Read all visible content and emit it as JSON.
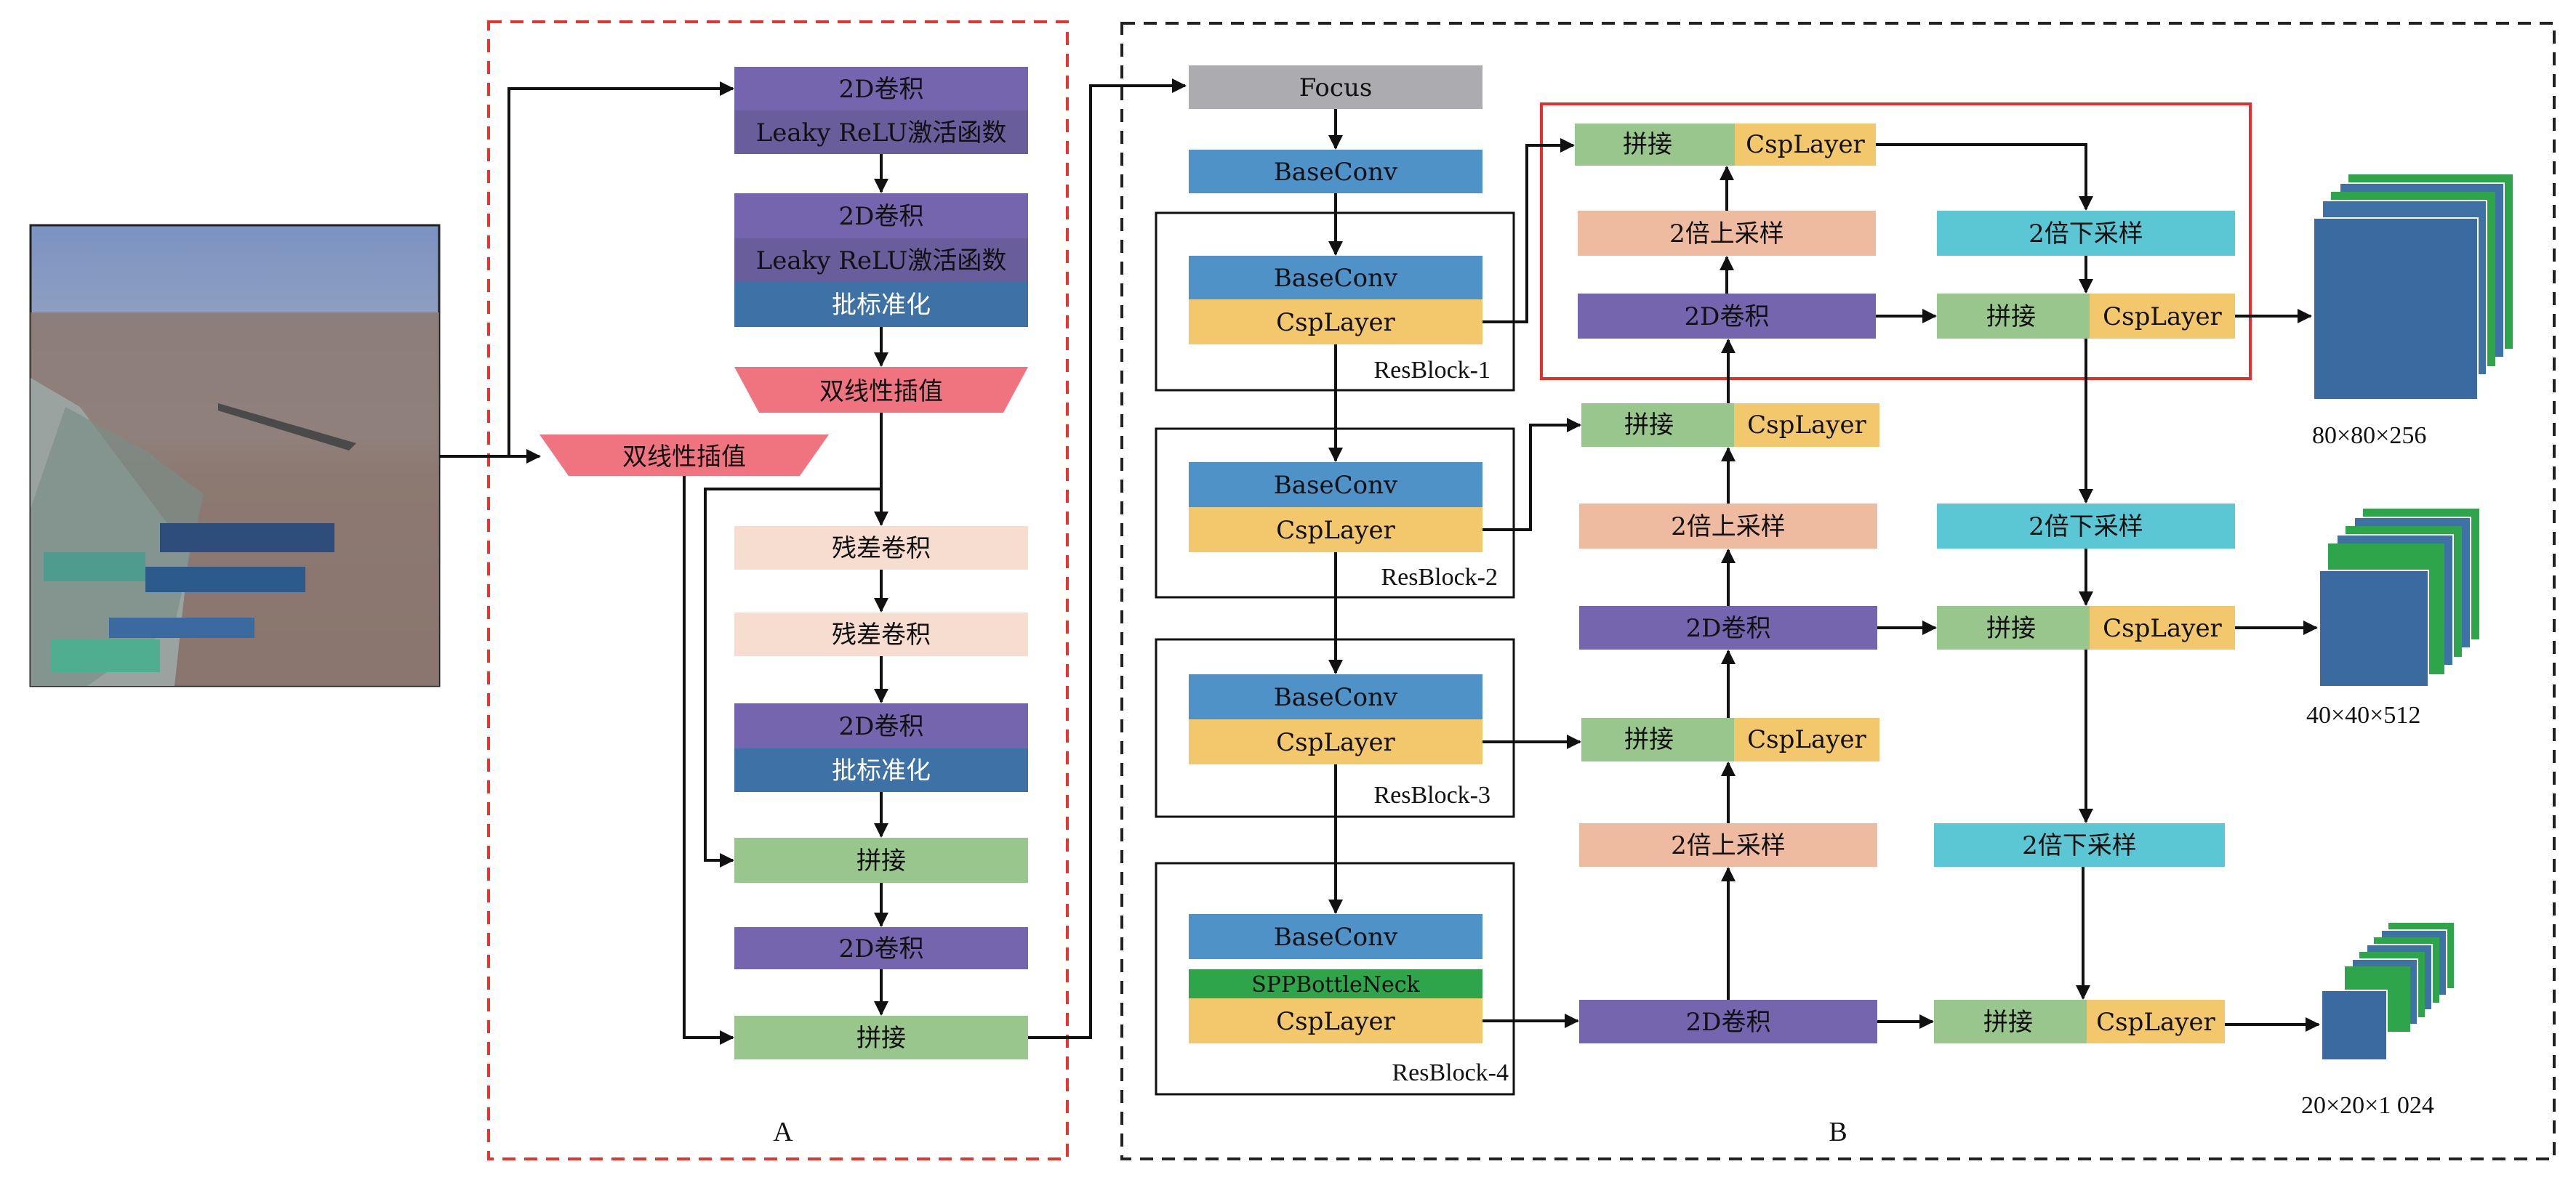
{
  "colors": {
    "conv_purple": "#7465ae",
    "relu_purple": "#6a5d9c",
    "bn_blue": "#3e72a6",
    "baseconv_blue": "#4e92c8",
    "csp_yellow": "#f3c86c",
    "concat_green": "#99c68c",
    "upsample_salmon": "#efbba0",
    "downsample_cyan": "#5bc7d4",
    "residual_peach": "#f7ddd0",
    "interp_red": "#f07480",
    "focus_gray": "#ababb0",
    "spp_green": "#2ea54a",
    "region_a_border": "#e8342f",
    "highlight_border": "#e82d2d"
  },
  "input_image": {
    "label": ""
  },
  "region_a": {
    "caption": "A",
    "conv1": "2D卷积",
    "relu1": "Leaky ReLU激活函数",
    "conv2": "2D卷积",
    "relu2": "Leaky ReLU激活函数",
    "bn1": "批标准化",
    "interp_inner": "双线性插值",
    "interp_outer": "双线性插值",
    "res1": "残差卷积",
    "res2": "残差卷积",
    "conv3": "2D卷积",
    "bn2": "批标准化",
    "concat1": "拼接",
    "conv4": "2D卷积",
    "concat2": "拼接"
  },
  "region_b": {
    "caption": "B",
    "focus": "Focus",
    "baseconv_top": "BaseConv",
    "resblocks": [
      {
        "name": "ResBlock-1",
        "baseconv": "BaseConv",
        "csp": "CspLayer"
      },
      {
        "name": "ResBlock-2",
        "baseconv": "BaseConv",
        "csp": "CspLayer"
      },
      {
        "name": "ResBlock-3",
        "baseconv": "BaseConv",
        "csp": "CspLayer"
      },
      {
        "name": "ResBlock-4",
        "baseconv": "BaseConv",
        "spp": "SPPBottleNeck",
        "csp": "CspLayer"
      }
    ],
    "neck_up": {
      "concat": "拼接",
      "csp": "CspLayer",
      "upsample": "2倍上采样",
      "conv": "2D卷积"
    },
    "neck_down": {
      "downsample": "2倍下采样",
      "concat": "拼接",
      "csp": "CspLayer"
    },
    "outputs": [
      {
        "label": "80×80×256"
      },
      {
        "label": "40×40×512"
      },
      {
        "label": "20×20×1 024"
      }
    ]
  }
}
